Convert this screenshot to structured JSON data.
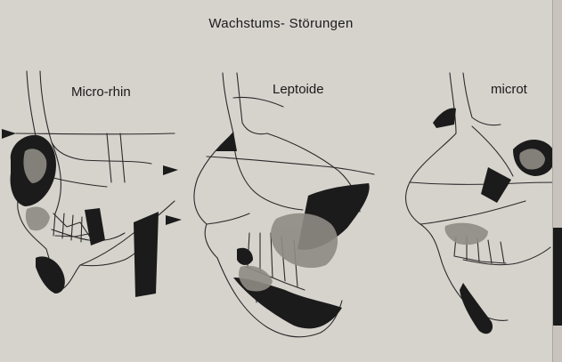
{
  "title": "Wachstums-  Störungen",
  "panels": [
    {
      "label": "Micro-rhin"
    },
    {
      "label": "Leptoide"
    },
    {
      "label": "microt"
    }
  ],
  "colors": {
    "paper": "#d6d3cd",
    "ink": "#1a1a1a",
    "shade": "#8f8b85",
    "bleed_text": "#b9b5ae"
  }
}
